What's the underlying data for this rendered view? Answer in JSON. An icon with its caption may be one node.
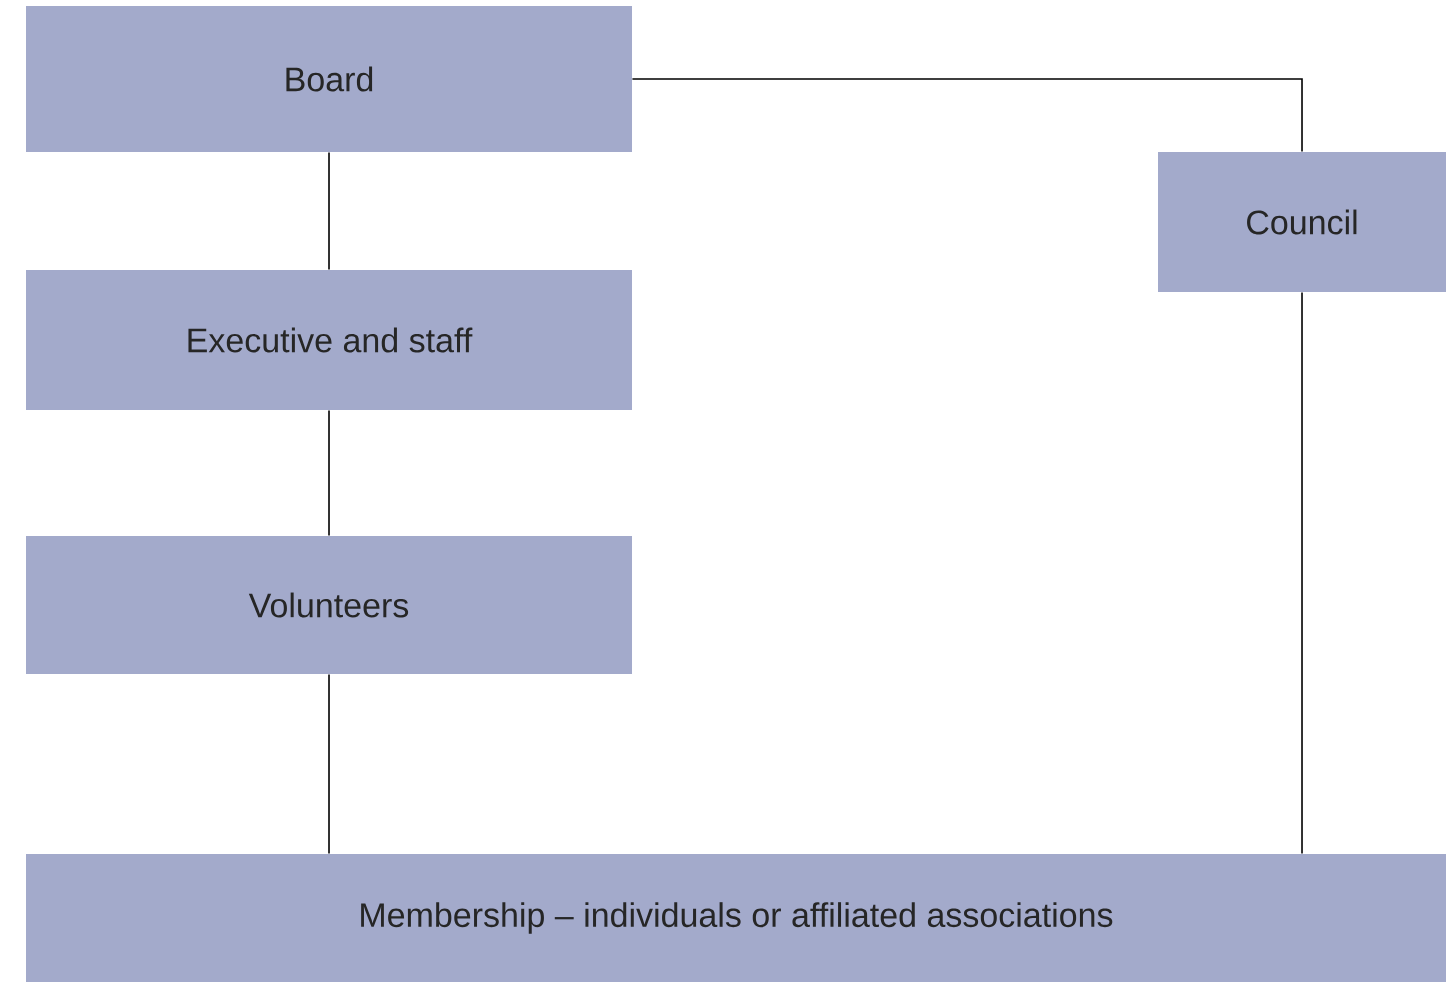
{
  "diagram": {
    "nodes": [
      {
        "text": [
          "Board"
        ]
      },
      {
        "text": [
          "Council"
        ]
      },
      {
        "text": [
          "Executive and staff"
        ]
      },
      {
        "text": [
          "Volunteers"
        ]
      },
      {
        "text": [
          "Membership – individuals or affiliated associations"
        ]
      }
    ],
    "edges": [
      {
        "from": 0,
        "to": 1,
        "arrow": "none"
      },
      {
        "from": 0,
        "to": 2,
        "arrow": "none"
      },
      {
        "from": 2,
        "to": 3,
        "arrow": "none"
      },
      {
        "from": 3,
        "to": 4,
        "arrow": "none"
      },
      {
        "from": 1,
        "to": 4,
        "arrow": "none"
      }
    ]
  }
}
